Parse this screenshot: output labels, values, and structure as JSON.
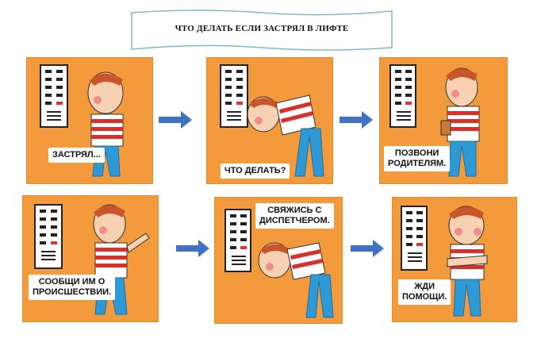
{
  "title": "ЧТО ДЕЛАТЬ ЕСЛИ ЗАСТРЯЛ В ЛИФТЕ",
  "panels": [
    {
      "caption": "ЗАСТРЯЛ..."
    },
    {
      "caption": "ЧТО ДЕЛАТЬ?"
    },
    {
      "caption": "ПОЗВОНИ\nРОДИТЕЛЯМ."
    },
    {
      "caption": "СООБЩИ ИМ О\nПРОИСШЕСТВИИ."
    },
    {
      "caption": "СВЯЖИСЬ С\nДИСПЕТЧЕРОМ."
    },
    {
      "caption": "ЖДИ\nПОМОЩИ."
    }
  ],
  "colors": {
    "panel_bg": "#f39a3d",
    "arrow": "#3f72c4",
    "banner_border": "#7fb9c8",
    "shirt_stripe": "#d8302a",
    "jeans": "#2d9ad6"
  },
  "icons": [
    "elevator-button-panel-icon",
    "boy-figure-icon",
    "right-arrow-icon"
  ]
}
